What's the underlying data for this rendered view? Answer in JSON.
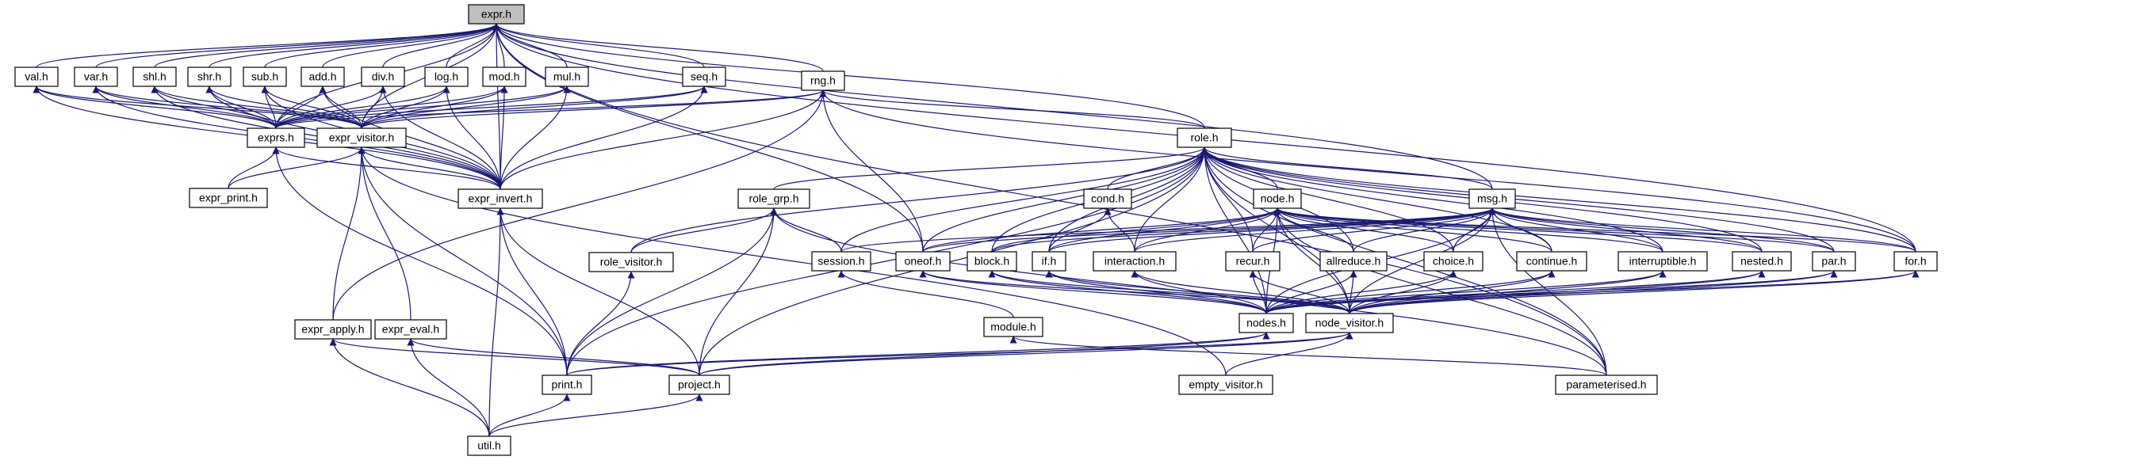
{
  "graph": {
    "type": "include-dependency-graph",
    "root": "expr.h",
    "nodes": [
      "expr.h",
      "val.h",
      "var.h",
      "shl.h",
      "shr.h",
      "sub.h",
      "add.h",
      "div.h",
      "log.h",
      "mod.h",
      "mul.h",
      "seq.h",
      "rng.h",
      "exprs.h",
      "expr_visitor.h",
      "expr_print.h",
      "expr_invert.h",
      "expr_apply.h",
      "expr_eval.h",
      "role.h",
      "role_grp.h",
      "cond.h",
      "node.h",
      "msg.h",
      "role_visitor.h",
      "session.h",
      "oneof.h",
      "block.h",
      "if.h",
      "interaction.h",
      "recur.h",
      "allreduce.h",
      "choice.h",
      "continue.h",
      "interruptible.h",
      "nested.h",
      "par.h",
      "for.h",
      "nodes.h",
      "node_visitor.h",
      "module.h",
      "print.h",
      "project.h",
      "empty_visitor.h",
      "parameterised.h",
      "util.h"
    ],
    "edges": [
      [
        "val.h",
        "expr.h"
      ],
      [
        "var.h",
        "expr.h"
      ],
      [
        "shl.h",
        "expr.h"
      ],
      [
        "shr.h",
        "expr.h"
      ],
      [
        "sub.h",
        "expr.h"
      ],
      [
        "add.h",
        "expr.h"
      ],
      [
        "div.h",
        "expr.h"
      ],
      [
        "log.h",
        "expr.h"
      ],
      [
        "mod.h",
        "expr.h"
      ],
      [
        "mul.h",
        "expr.h"
      ],
      [
        "seq.h",
        "expr.h"
      ],
      [
        "rng.h",
        "expr.h"
      ],
      [
        "exprs.h",
        "expr.h"
      ],
      [
        "expr_visitor.h",
        "expr.h"
      ],
      [
        "expr_invert.h",
        "expr.h"
      ],
      [
        "role.h",
        "expr.h"
      ],
      [
        "msg.h",
        "expr.h"
      ],
      [
        "for.h",
        "expr.h"
      ],
      [
        "parameterised.h",
        "expr.h"
      ],
      [
        "oneof.h",
        "expr.h"
      ],
      [
        "exprs.h",
        "val.h"
      ],
      [
        "expr_visitor.h",
        "val.h"
      ],
      [
        "expr_invert.h",
        "val.h"
      ],
      [
        "exprs.h",
        "var.h"
      ],
      [
        "expr_visitor.h",
        "var.h"
      ],
      [
        "expr_invert.h",
        "var.h"
      ],
      [
        "exprs.h",
        "shl.h"
      ],
      [
        "expr_visitor.h",
        "shl.h"
      ],
      [
        "expr_invert.h",
        "shl.h"
      ],
      [
        "exprs.h",
        "shr.h"
      ],
      [
        "expr_visitor.h",
        "shr.h"
      ],
      [
        "expr_invert.h",
        "shr.h"
      ],
      [
        "exprs.h",
        "sub.h"
      ],
      [
        "expr_visitor.h",
        "sub.h"
      ],
      [
        "expr_invert.h",
        "sub.h"
      ],
      [
        "exprs.h",
        "add.h"
      ],
      [
        "expr_visitor.h",
        "add.h"
      ],
      [
        "expr_invert.h",
        "add.h"
      ],
      [
        "exprs.h",
        "div.h"
      ],
      [
        "expr_visitor.h",
        "div.h"
      ],
      [
        "expr_invert.h",
        "div.h"
      ],
      [
        "exprs.h",
        "log.h"
      ],
      [
        "expr_visitor.h",
        "log.h"
      ],
      [
        "expr_invert.h",
        "log.h"
      ],
      [
        "exprs.h",
        "mod.h"
      ],
      [
        "expr_visitor.h",
        "mod.h"
      ],
      [
        "expr_invert.h",
        "mod.h"
      ],
      [
        "exprs.h",
        "mul.h"
      ],
      [
        "expr_visitor.h",
        "mul.h"
      ],
      [
        "expr_invert.h",
        "mul.h"
      ],
      [
        "exprs.h",
        "seq.h"
      ],
      [
        "expr_visitor.h",
        "seq.h"
      ],
      [
        "expr_invert.h",
        "seq.h"
      ],
      [
        "exprs.h",
        "rng.h"
      ],
      [
        "expr_visitor.h",
        "rng.h"
      ],
      [
        "expr_invert.h",
        "rng.h"
      ],
      [
        "oneof.h",
        "rng.h"
      ],
      [
        "role.h",
        "rng.h"
      ],
      [
        "expr_apply.h",
        "rng.h"
      ],
      [
        "for.h",
        "rng.h"
      ],
      [
        "expr_print.h",
        "exprs.h"
      ],
      [
        "print.h",
        "exprs.h"
      ],
      [
        "expr_invert.h",
        "exprs.h"
      ],
      [
        "expr_print.h",
        "expr_visitor.h"
      ],
      [
        "expr_invert.h",
        "expr_visitor.h"
      ],
      [
        "expr_apply.h",
        "expr_visitor.h"
      ],
      [
        "expr_eval.h",
        "expr_visitor.h"
      ],
      [
        "print.h",
        "expr_visitor.h"
      ],
      [
        "empty_visitor.h",
        "expr_visitor.h"
      ],
      [
        "print.h",
        "expr_invert.h"
      ],
      [
        "project.h",
        "expr_invert.h"
      ],
      [
        "util.h",
        "expr_invert.h"
      ],
      [
        "util.h",
        "expr_apply.h"
      ],
      [
        "project.h",
        "expr_apply.h"
      ],
      [
        "util.h",
        "expr_eval.h"
      ],
      [
        "project.h",
        "expr_eval.h"
      ],
      [
        "role_grp.h",
        "role.h"
      ],
      [
        "cond.h",
        "role.h"
      ],
      [
        "node.h",
        "role.h"
      ],
      [
        "msg.h",
        "role.h"
      ],
      [
        "role_visitor.h",
        "role.h"
      ],
      [
        "session.h",
        "role.h"
      ],
      [
        "oneof.h",
        "role.h"
      ],
      [
        "block.h",
        "role.h"
      ],
      [
        "if.h",
        "role.h"
      ],
      [
        "interaction.h",
        "role.h"
      ],
      [
        "recur.h",
        "role.h"
      ],
      [
        "allreduce.h",
        "role.h"
      ],
      [
        "choice.h",
        "role.h"
      ],
      [
        "continue.h",
        "role.h"
      ],
      [
        "interruptible.h",
        "role.h"
      ],
      [
        "nested.h",
        "role.h"
      ],
      [
        "par.h",
        "role.h"
      ],
      [
        "for.h",
        "role.h"
      ],
      [
        "nodes.h",
        "role.h"
      ],
      [
        "node_visitor.h",
        "role.h"
      ],
      [
        "parameterised.h",
        "role.h"
      ],
      [
        "print.h",
        "role.h"
      ],
      [
        "project.h",
        "role.h"
      ],
      [
        "role_visitor.h",
        "role_grp.h"
      ],
      [
        "session.h",
        "role_grp.h"
      ],
      [
        "print.h",
        "role_grp.h"
      ],
      [
        "project.h",
        "role_grp.h"
      ],
      [
        "parameterised.h",
        "role_grp.h"
      ],
      [
        "if.h",
        "cond.h"
      ],
      [
        "interaction.h",
        "cond.h"
      ],
      [
        "oneof.h",
        "node.h"
      ],
      [
        "block.h",
        "node.h"
      ],
      [
        "if.h",
        "node.h"
      ],
      [
        "interaction.h",
        "node.h"
      ],
      [
        "recur.h",
        "node.h"
      ],
      [
        "allreduce.h",
        "node.h"
      ],
      [
        "choice.h",
        "node.h"
      ],
      [
        "continue.h",
        "node.h"
      ],
      [
        "interruptible.h",
        "node.h"
      ],
      [
        "nested.h",
        "node.h"
      ],
      [
        "par.h",
        "node.h"
      ],
      [
        "for.h",
        "node.h"
      ],
      [
        "nodes.h",
        "node.h"
      ],
      [
        "node_visitor.h",
        "node.h"
      ],
      [
        "parameterised.h",
        "node.h"
      ],
      [
        "session.h",
        "msg.h"
      ],
      [
        "oneof.h",
        "msg.h"
      ],
      [
        "block.h",
        "msg.h"
      ],
      [
        "if.h",
        "msg.h"
      ],
      [
        "interaction.h",
        "msg.h"
      ],
      [
        "recur.h",
        "msg.h"
      ],
      [
        "allreduce.h",
        "msg.h"
      ],
      [
        "choice.h",
        "msg.h"
      ],
      [
        "continue.h",
        "msg.h"
      ],
      [
        "interruptible.h",
        "msg.h"
      ],
      [
        "nested.h",
        "msg.h"
      ],
      [
        "par.h",
        "msg.h"
      ],
      [
        "for.h",
        "msg.h"
      ],
      [
        "nodes.h",
        "msg.h"
      ],
      [
        "node_visitor.h",
        "msg.h"
      ],
      [
        "parameterised.h",
        "msg.h"
      ],
      [
        "print.h",
        "role_visitor.h"
      ],
      [
        "module.h",
        "session.h"
      ],
      [
        "nodes.h",
        "oneof.h"
      ],
      [
        "node_visitor.h",
        "oneof.h"
      ],
      [
        "nodes.h",
        "block.h"
      ],
      [
        "node_visitor.h",
        "block.h"
      ],
      [
        "nodes.h",
        "if.h"
      ],
      [
        "node_visitor.h",
        "if.h"
      ],
      [
        "nodes.h",
        "interaction.h"
      ],
      [
        "node_visitor.h",
        "interaction.h"
      ],
      [
        "nodes.h",
        "recur.h"
      ],
      [
        "node_visitor.h",
        "recur.h"
      ],
      [
        "nodes.h",
        "allreduce.h"
      ],
      [
        "node_visitor.h",
        "allreduce.h"
      ],
      [
        "nodes.h",
        "choice.h"
      ],
      [
        "node_visitor.h",
        "choice.h"
      ],
      [
        "nodes.h",
        "continue.h"
      ],
      [
        "node_visitor.h",
        "continue.h"
      ],
      [
        "nodes.h",
        "interruptible.h"
      ],
      [
        "node_visitor.h",
        "interruptible.h"
      ],
      [
        "nodes.h",
        "nested.h"
      ],
      [
        "node_visitor.h",
        "nested.h"
      ],
      [
        "nodes.h",
        "par.h"
      ],
      [
        "node_visitor.h",
        "par.h"
      ],
      [
        "nodes.h",
        "for.h"
      ],
      [
        "node_visitor.h",
        "for.h"
      ],
      [
        "print.h",
        "nodes.h"
      ],
      [
        "project.h",
        "nodes.h"
      ],
      [
        "print.h",
        "node_visitor.h"
      ],
      [
        "project.h",
        "node_visitor.h"
      ],
      [
        "empty_visitor.h",
        "node_visitor.h"
      ],
      [
        "parameterised.h",
        "module.h"
      ],
      [
        "util.h",
        "print.h"
      ],
      [
        "util.h",
        "project.h"
      ]
    ]
  }
}
